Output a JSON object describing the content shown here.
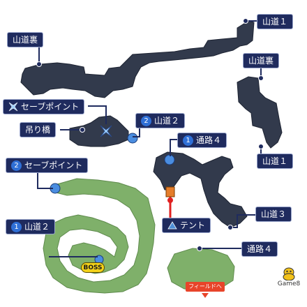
{
  "labels": {
    "top_left": "山道裏",
    "top_right": "山道１",
    "right_upper": "山道裏",
    "right_lower": "山道１",
    "save_1": "セーブポイント",
    "road_2": "山道２",
    "bridge": "吊り橋",
    "path_4a": "通路４",
    "save_2": "セーブポイント",
    "road_3": "山道３",
    "tent": "テント",
    "road_2b": "山道２",
    "path_4b": "通路４"
  },
  "numbers": {
    "road_2": "2",
    "path_4a": "1",
    "save_2": "2",
    "road_2b": "1"
  },
  "markers": {
    "boss": "BOSS",
    "field_exit": "フィールドへ"
  },
  "logo": "Game8",
  "colors": {
    "cave": "#323a4c",
    "forest": "#7fb06a",
    "label_bg": "#1f2b5e",
    "number_badge": "#2f6fd6",
    "tent": "#4d8fd8",
    "boss": "#f3d21a",
    "exit": "#e8442a"
  }
}
